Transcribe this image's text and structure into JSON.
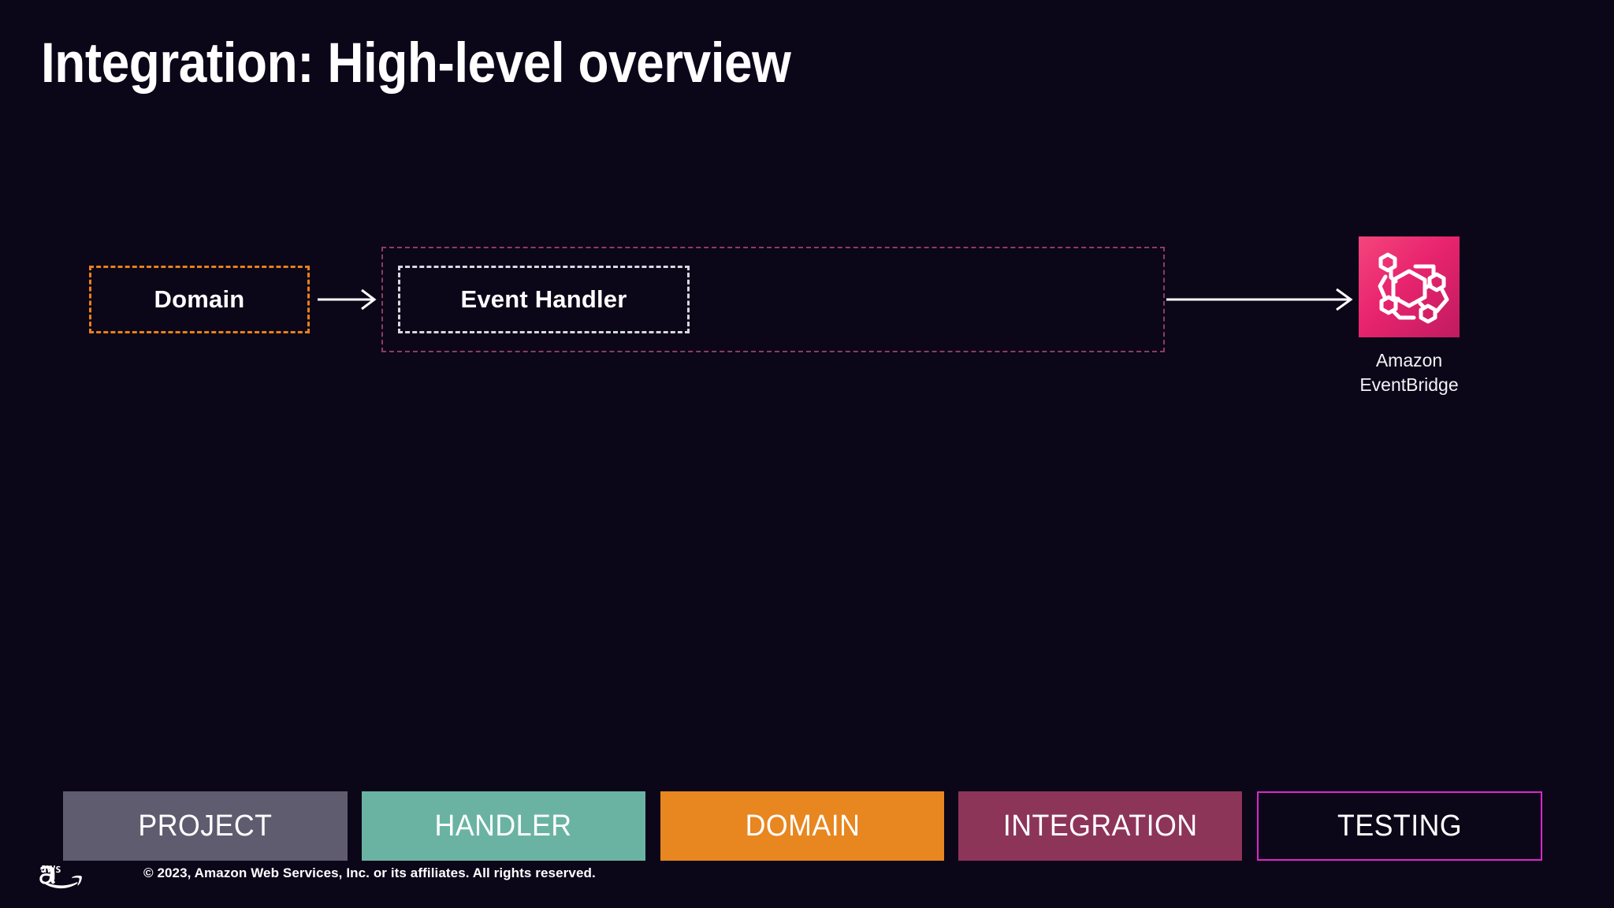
{
  "slide": {
    "title": "Integration: High-level overview",
    "background_color": "#0B0618"
  },
  "diagram": {
    "domain_box": {
      "label": "Domain",
      "border_color": "#E8801A",
      "border_style": "dashed"
    },
    "handler_container": {
      "border_color": "#8E3B63",
      "border_style": "dashed"
    },
    "event_handler_box": {
      "label": "Event Handler",
      "border_color": "#D8D8E0",
      "border_style": "dashed"
    },
    "arrows": {
      "domain_to_handler": "arrow-right",
      "handler_to_eventbridge": "arrow-right",
      "color": "#FFFFFF"
    },
    "service_node": {
      "icon_name": "amazon-eventbridge-icon",
      "label": "Amazon\nEventBridge",
      "icon_gradient_from": "#F4457C",
      "icon_gradient_to": "#C01B60"
    }
  },
  "navbar": {
    "items": [
      {
        "label": "PROJECT",
        "background": "#5F5C70",
        "active": false
      },
      {
        "label": "HANDLER",
        "background": "#6AB3A3",
        "active": false
      },
      {
        "label": "DOMAIN",
        "background": "#E8861F",
        "active": false
      },
      {
        "label": "INTEGRATION",
        "background": "#8D3459",
        "active": false
      },
      {
        "label": "TESTING",
        "background": "transparent",
        "border": "#DD26CC",
        "active": true
      }
    ]
  },
  "footer": {
    "logo_name": "aws-logo",
    "copyright": "© 2023, Amazon Web Services, Inc. or its affiliates. All rights reserved."
  }
}
